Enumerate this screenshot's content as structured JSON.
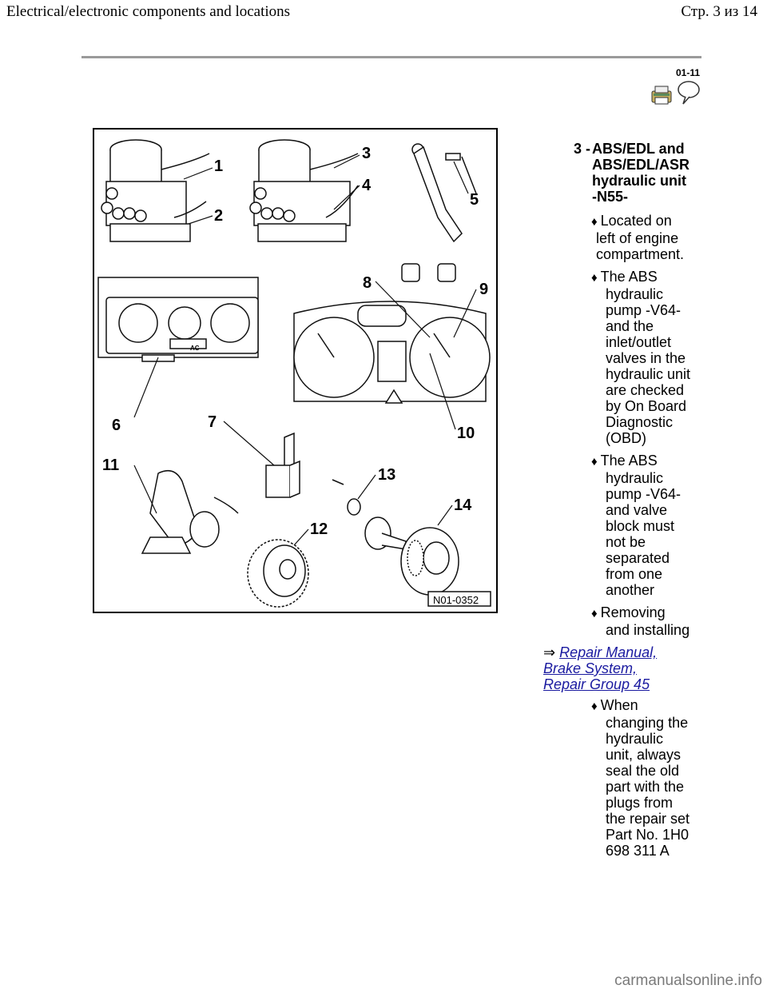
{
  "header": {
    "title": "Electrical/electronic components and locations",
    "page": "Стр. 3 из 14"
  },
  "section_code": "01-11",
  "toolbar": {
    "icons": [
      "printer-icon",
      "speech-bubble-icon"
    ]
  },
  "figure": {
    "callouts": [
      "1",
      "2",
      "3",
      "4",
      "5",
      "6",
      "7",
      "8",
      "9",
      "10",
      "11",
      "12",
      "13",
      "14"
    ],
    "ref": "N01-0352",
    "ac_label": "AC"
  },
  "item": {
    "number": "3 -",
    "title_lines": [
      "ABS/EDL and",
      "ABS/EDL/ASR",
      "hydraulic unit",
      "-N55-"
    ]
  },
  "bullets": [
    {
      "lines": [
        "Located on",
        "left of engine",
        "compartment."
      ]
    },
    {
      "lines": [
        "The ABS",
        "hydraulic",
        "pump -V64-",
        "and the",
        "inlet/outlet",
        "valves in the",
        "hydraulic unit",
        "are checked",
        "by On Board",
        "Diagnostic",
        "(OBD)"
      ]
    },
    {
      "lines": [
        "The ABS",
        "hydraulic",
        "pump -V64-",
        "and valve",
        "block must",
        "not be",
        "separated",
        "from one",
        "another"
      ]
    },
    {
      "lines": [
        "Removing",
        "and installing"
      ]
    },
    {
      "lines": [
        "When",
        "changing the",
        "hydraulic",
        "unit, always",
        "seal the old",
        "part with the",
        "plugs from",
        "the repair set",
        "Part No. 1H0",
        "698 311 A"
      ]
    }
  ],
  "bullet_symbol": "♦",
  "link": {
    "arrow": "⇒",
    "lines": [
      "Repair Manual,",
      "Brake System,",
      "Repair Group 45"
    ]
  },
  "footer": "carmanualsonline.info"
}
